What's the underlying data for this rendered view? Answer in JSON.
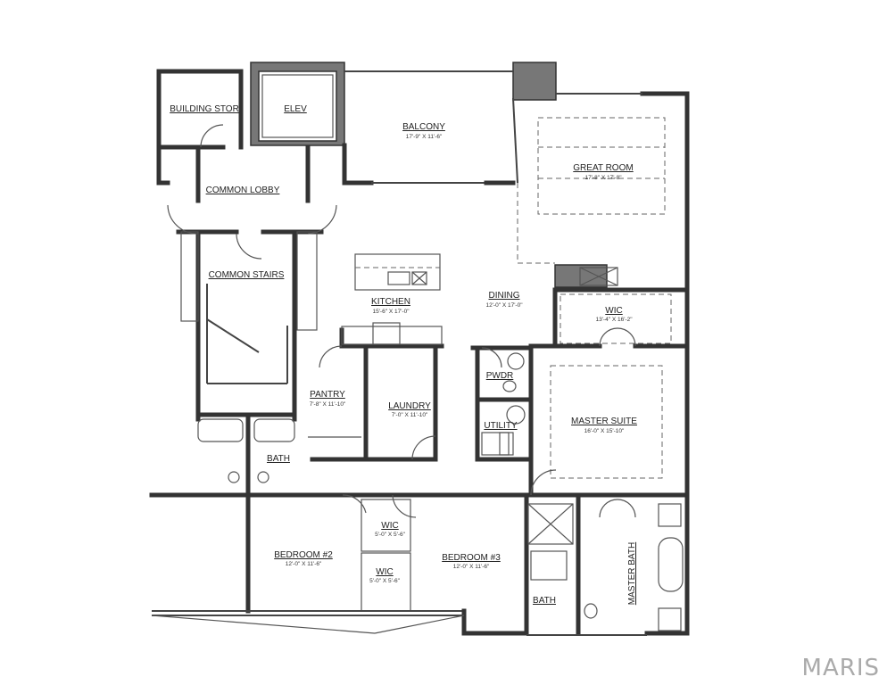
{
  "rooms": {
    "building_stor": {
      "name": "BUILDING STOR"
    },
    "elev": {
      "name": "ELEV"
    },
    "balcony": {
      "name": "BALCONY",
      "dims": "17'-9\" X 11'-6\""
    },
    "great_room": {
      "name": "GREAT ROOM",
      "dims": "17'-8\" X 17'-8\""
    },
    "common_lobby": {
      "name": "COMMON LOBBY"
    },
    "common_stairs": {
      "name": "COMMON STAIRS"
    },
    "kitchen": {
      "name": "KITCHEN",
      "dims": "15'-6\" X 17'-0\""
    },
    "dining": {
      "name": "DINING",
      "dims": "12'-0\" X 17'-0\""
    },
    "wic_master": {
      "name": "WIC",
      "dims": "13'-4\" X 16'-2\""
    },
    "pantry": {
      "name": "PANTRY",
      "dims": "7'-8\" X 11'-10\""
    },
    "laundry": {
      "name": "LAUNDRY",
      "dims": "7'-0\" X 11'-10\""
    },
    "pwdr": {
      "name": "PWDR"
    },
    "utility": {
      "name": "UTILITY"
    },
    "master_suite": {
      "name": "MASTER SUITE",
      "dims": "16'-0\" X 15'-10\""
    },
    "bath_hall": {
      "name": "BATH"
    },
    "bedroom2": {
      "name": "BEDROOM #2",
      "dims": "12'-0\" X 11'-6\""
    },
    "wic_upper": {
      "name": "WIC",
      "dims": "5'-0\" X 5'-6\""
    },
    "wic_lower": {
      "name": "WIC",
      "dims": "5'-0\" X 5'-6\""
    },
    "bedroom3": {
      "name": "BEDROOM #3",
      "dims": "12'-0\" X 11'-6\""
    },
    "bath3": {
      "name": "BATH"
    },
    "master_bath": {
      "name": "MASTER BATH"
    }
  },
  "watermark": "MARIS"
}
